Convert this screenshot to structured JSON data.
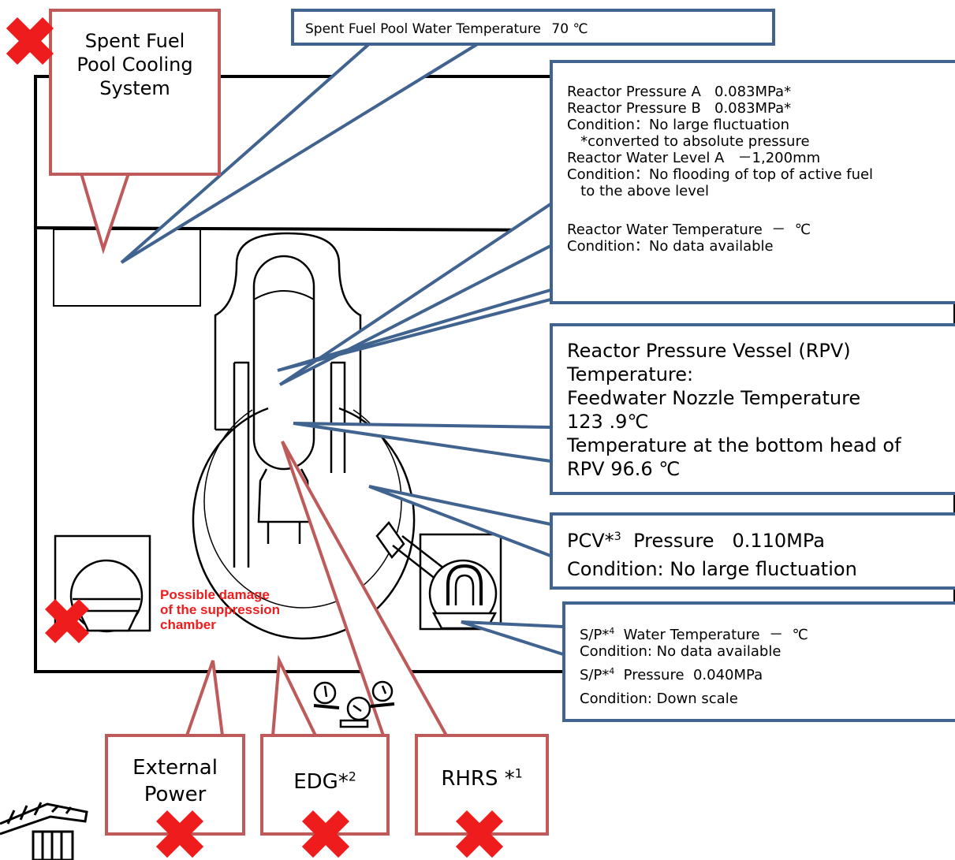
{
  "sfp_temp": {
    "label": "Spent Fuel Pool Water Temperature",
    "value": "70 ℃"
  },
  "sfp_cooling": {
    "line1": "Spent Fuel",
    "line2": "Pool Cooling",
    "line3": "System"
  },
  "reactor_params": {
    "lines": [
      "Reactor Pressure A   0.083MPa*",
      "Reactor Pressure B   0.083MPa*",
      "Condition：No large fluctuation",
      "   *converted to absolute pressure",
      "Reactor Water Level A   －1,200mm",
      "Condition：No flooding of top of active fuel",
      "   to the above level"
    ]
  },
  "reactor_water_temp": {
    "line1": "Reactor Water Temperature  －  ℃",
    "line2": "Condition：No data available"
  },
  "rpv_temp": {
    "lines": [
      "Reactor Pressure Vessel (RPV)",
      "Temperature:",
      "Feedwater Nozzle Temperature",
      "123 .9℃",
      "Temperature at the bottom head of",
      "RPV 96.6 ℃"
    ]
  },
  "pcv": {
    "label": "PCV*",
    "sup": "3",
    "pressure": "  Pressure   0.110MPa",
    "condition": "Condition: No large fluctuation"
  },
  "sp": {
    "label1": "S/P*",
    "sup1": "4",
    "line1": "  Water Temperature  －  ℃",
    "line2": "Condition: No data available",
    "label3": "S/P*",
    "sup3": "4",
    "line3": "  Pressure  0.040MPa",
    "line4": "Condition: Down scale"
  },
  "damage_note": {
    "line1": "Possible damage",
    "line2": "of the suppression",
    "line3": "chamber"
  },
  "external_power": {
    "line1": "External",
    "line2": "Power"
  },
  "edg": {
    "label": "EDG*",
    "sup": "2"
  },
  "rhrs": {
    "label": "RHRS *",
    "sup": "1"
  },
  "colors": {
    "callout_blue": "#41638f",
    "callout_red": "#bf5a5a",
    "failure_x": "#ee1c1c",
    "warning_text": "#ee1c1c"
  },
  "icons": [
    "failure-x-icon",
    "gauges-icon",
    "building-icon"
  ]
}
